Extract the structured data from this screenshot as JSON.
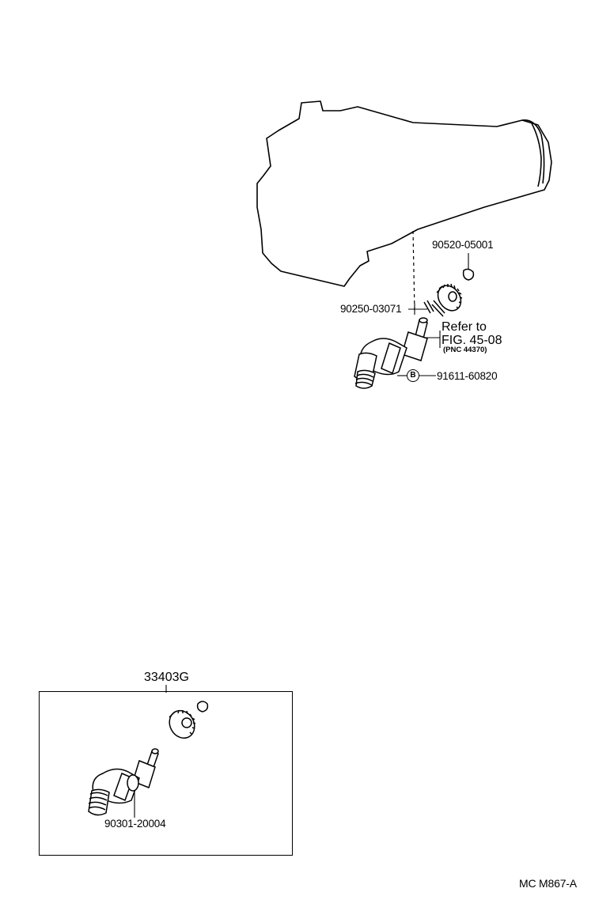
{
  "labels": {
    "part_nut": "90520-05001",
    "part_pin": "90250-03071",
    "refer_to": "Refer to",
    "fig_ref": "FIG. 45-08",
    "pnc_ref": "(PNC 44370)",
    "oring_marker": "B",
    "part_oring": "91611-60820",
    "kit": "33403G",
    "part_kit_oring": "90301-20004",
    "drawing_code": "MC M867-A"
  }
}
